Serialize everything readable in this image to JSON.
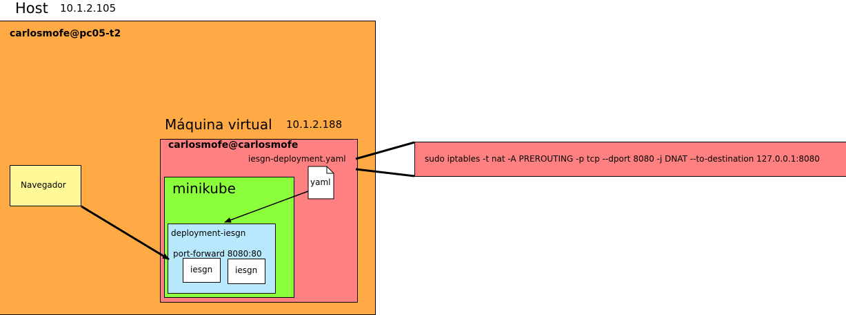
{
  "host": {
    "title": "Host",
    "ip": "10.1.2.105",
    "user": "carlosmofe@pc05-t2"
  },
  "vm": {
    "title": "Máquina virtual",
    "ip": "10.1.2.188",
    "user": "carlosmofe@carlosmofe",
    "yaml_file": "iesgn-deployment.yaml"
  },
  "yaml_doc": {
    "label": "yaml"
  },
  "browser": {
    "label": "Navegador"
  },
  "minikube": {
    "label": "minikube"
  },
  "deployment": {
    "label": "deployment-iesgn",
    "port_forward": "port-forward 8080:80",
    "pods": [
      "iesgn",
      "iesgn"
    ]
  },
  "callout": {
    "command": "sudo iptables -t nat -A PREROUTING -p tcp --dport 8080 -j DNAT --to-destination 127.0.0.1:8080"
  },
  "colors": {
    "host": "#ffaa44",
    "vm": "#ff8080",
    "minikube": "#8cff3c",
    "deployment": "#b8e8fc",
    "browser": "#fff899",
    "pod": "#ffffff"
  }
}
